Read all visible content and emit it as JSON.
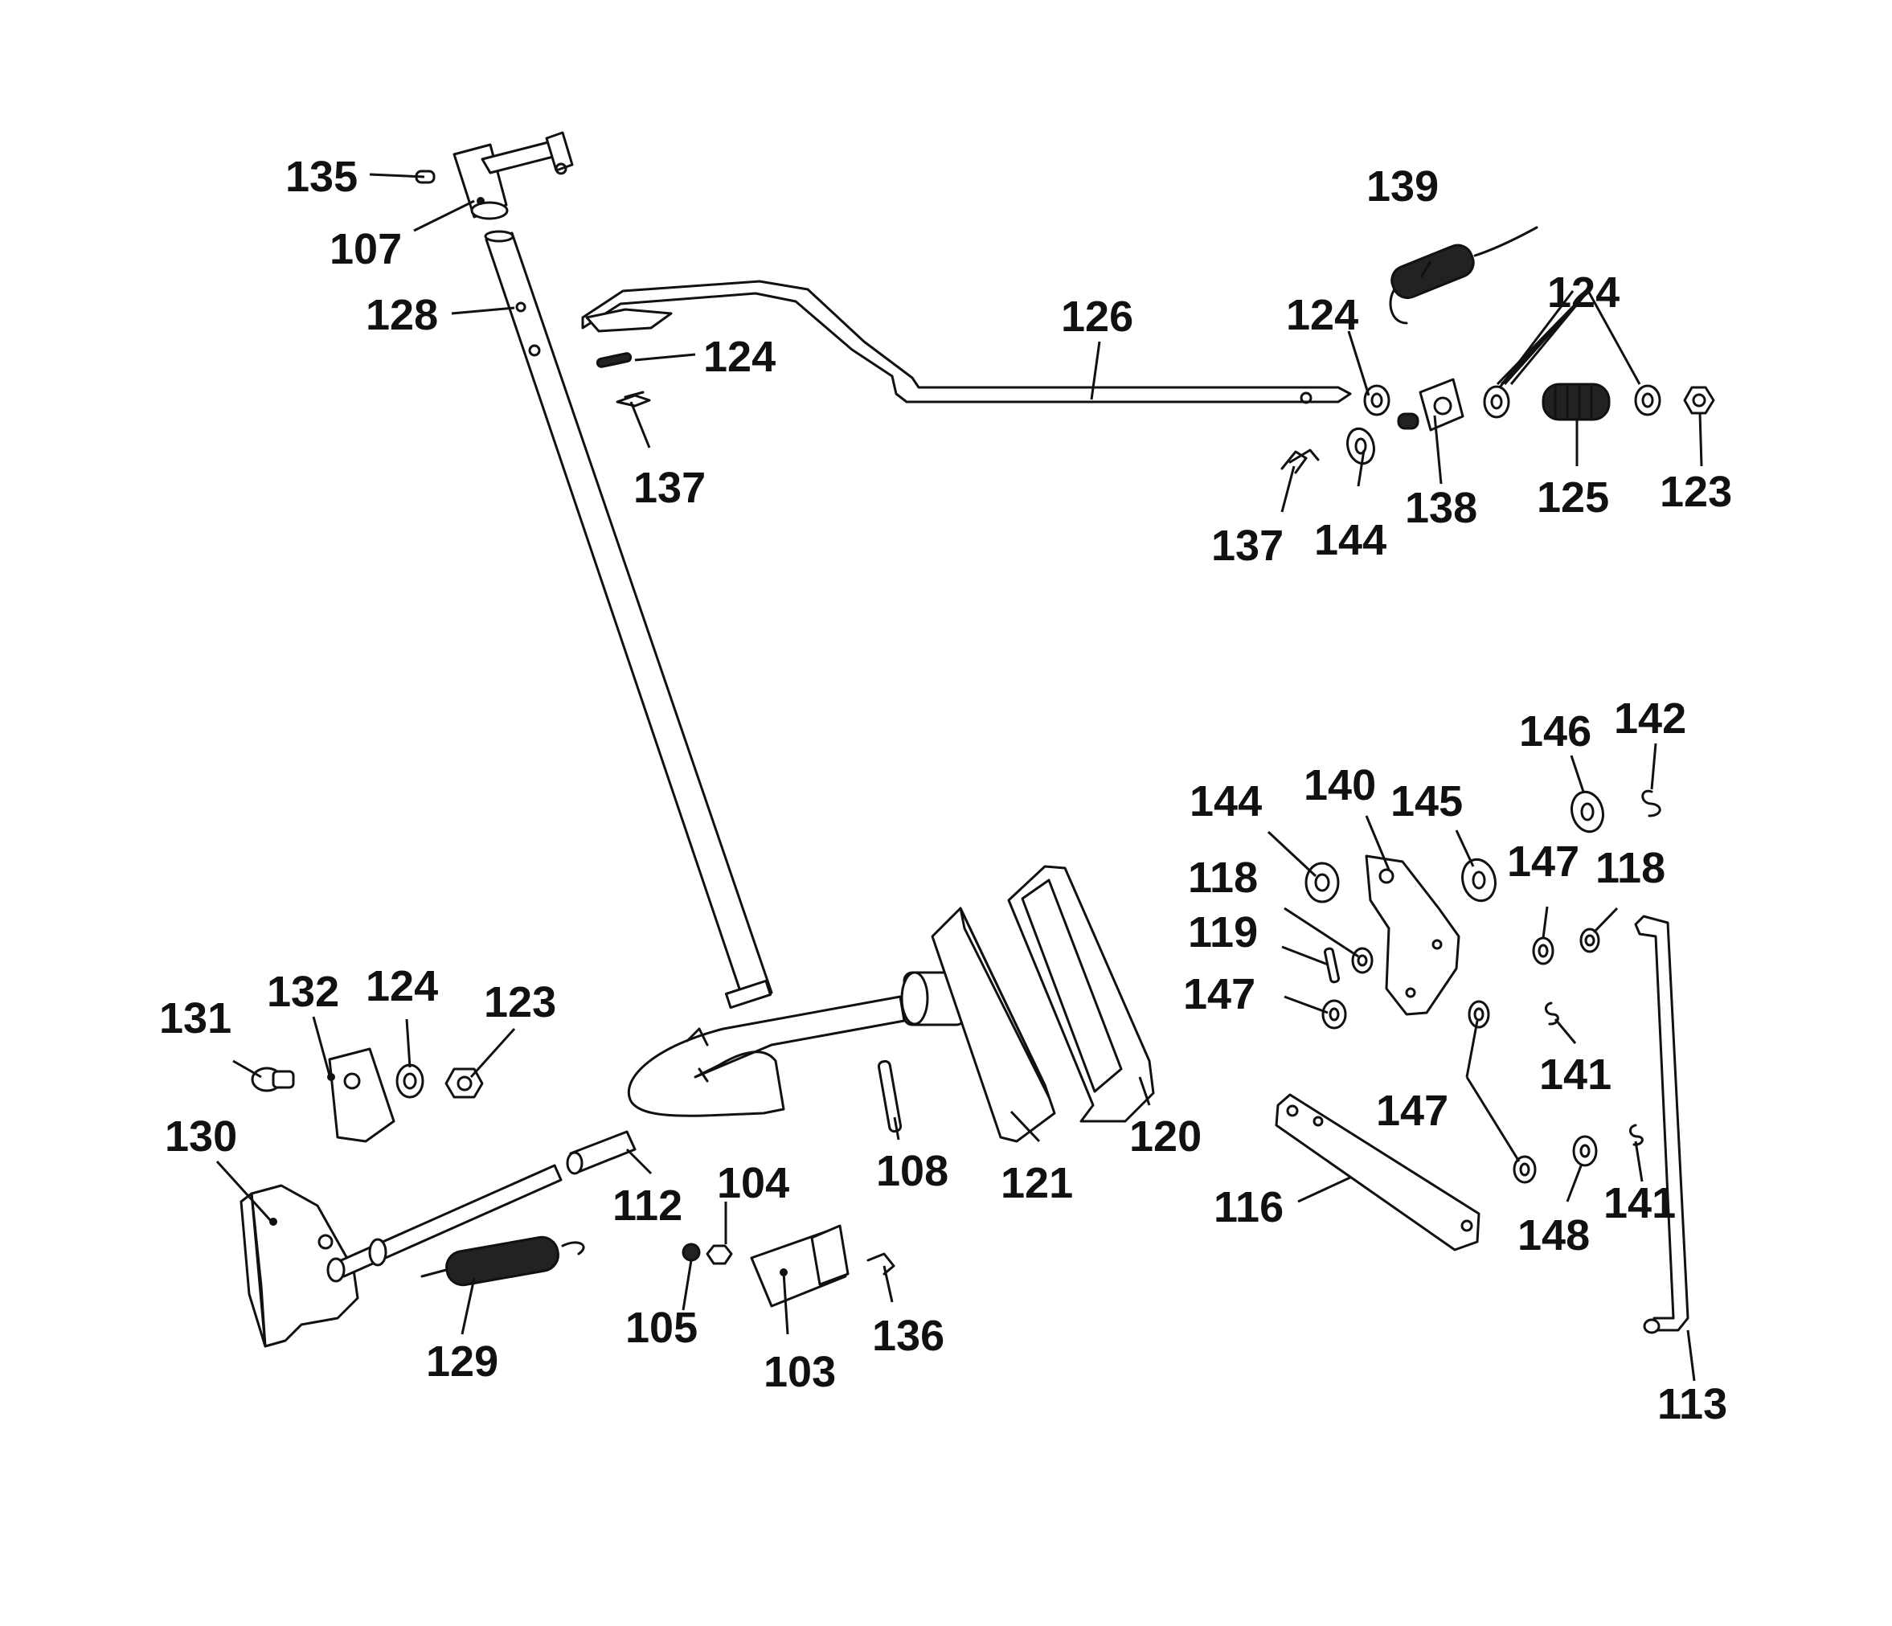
{
  "parts": [
    {
      "id": "p103",
      "number": "103"
    },
    {
      "id": "p104",
      "number": "104"
    },
    {
      "id": "p105",
      "number": "105"
    },
    {
      "id": "p107",
      "number": "107"
    },
    {
      "id": "p108",
      "number": "108"
    },
    {
      "id": "p112",
      "number": "112"
    },
    {
      "id": "p113",
      "number": "113"
    },
    {
      "id": "p116",
      "number": "116"
    },
    {
      "id": "p118a",
      "number": "118"
    },
    {
      "id": "p118b",
      "number": "118"
    },
    {
      "id": "p119",
      "number": "119"
    },
    {
      "id": "p120",
      "number": "120"
    },
    {
      "id": "p121",
      "number": "121"
    },
    {
      "id": "p123a",
      "number": "123"
    },
    {
      "id": "p123b",
      "number": "123"
    },
    {
      "id": "p124a",
      "number": "124"
    },
    {
      "id": "p124b",
      "number": "124"
    },
    {
      "id": "p124c",
      "number": "124"
    },
    {
      "id": "p124d",
      "number": "124"
    },
    {
      "id": "p125",
      "number": "125"
    },
    {
      "id": "p126",
      "number": "126"
    },
    {
      "id": "p128",
      "number": "128"
    },
    {
      "id": "p129",
      "number": "129"
    },
    {
      "id": "p130",
      "number": "130"
    },
    {
      "id": "p131",
      "number": "131"
    },
    {
      "id": "p132",
      "number": "132"
    },
    {
      "id": "p135",
      "number": "135"
    },
    {
      "id": "p136",
      "number": "136"
    },
    {
      "id": "p137a",
      "number": "137"
    },
    {
      "id": "p137b",
      "number": "137"
    },
    {
      "id": "p138",
      "number": "138"
    },
    {
      "id": "p139",
      "number": "139"
    },
    {
      "id": "p140",
      "number": "140"
    },
    {
      "id": "p141a",
      "number": "141"
    },
    {
      "id": "p141b",
      "number": "141"
    },
    {
      "id": "p142",
      "number": "142"
    },
    {
      "id": "p144a",
      "number": "144"
    },
    {
      "id": "p144b",
      "number": "144"
    },
    {
      "id": "p145",
      "number": "145"
    },
    {
      "id": "p146",
      "number": "146"
    },
    {
      "id": "p147a",
      "number": "147"
    },
    {
      "id": "p147b",
      "number": "147"
    },
    {
      "id": "p147c",
      "number": "147"
    },
    {
      "id": "p148",
      "number": "148"
    }
  ]
}
